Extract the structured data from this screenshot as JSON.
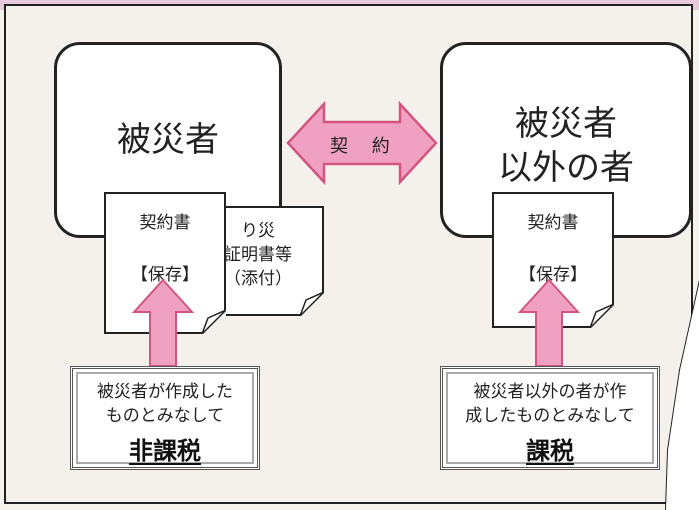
{
  "left": {
    "party": "被災者",
    "contract_doc": {
      "title": "契約書",
      "status": "【保存】"
    },
    "attached_doc": {
      "lines": [
        "り災",
        "証明書等",
        "（添付）"
      ]
    },
    "note": {
      "line1": "被災者が作成した",
      "line2": "ものとみなして",
      "emphasis": "非課税"
    }
  },
  "right": {
    "party_line1": "被災者",
    "party_line2": "以外の者",
    "contract_doc": {
      "title": "契約書",
      "status": "【保存】"
    },
    "note": {
      "line1": "被災者以外の者が作",
      "line2": "成したものとみなして",
      "emphasis": "課税"
    }
  },
  "contract": {
    "label": "契 約"
  },
  "colors": {
    "pink": "#f0a0c0",
    "pink_stroke": "#d2557f",
    "frame": "#222222"
  }
}
